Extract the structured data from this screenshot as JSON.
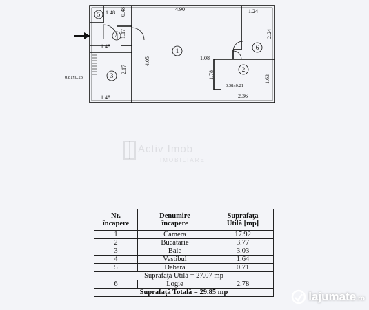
{
  "plan": {
    "dims": {
      "top_width": "4.90",
      "top_right": "1.24",
      "top_left": "1.48",
      "vestibul_small": "0.48",
      "vestibul_height": "1.17",
      "vestibul_bottom": "1.48",
      "bath_height": "2.17",
      "bath_bottom": "1.48",
      "room1_height": "4.05",
      "debara_height": "2.24",
      "hall_width": "1.08",
      "kitchen_left": "1.78",
      "kitchen_right": "1.63",
      "kitchen_bottom": "2.36",
      "window_bath": "0.81x0.23",
      "window_kitchen": "0.38x0.21"
    },
    "room_numbers": [
      "1",
      "2",
      "3",
      "4",
      "5",
      "6"
    ]
  },
  "watermark": {
    "name": "Activ Imob",
    "sub": "IMOBILIARE"
  },
  "table": {
    "headers": {
      "nr": [
        "Nr.",
        "încapere"
      ],
      "name": [
        "Denumire",
        "încapere"
      ],
      "area": [
        "Suprafaţa",
        "Utilă [mp]"
      ]
    },
    "rows": [
      {
        "nr": "1",
        "name": "Camera",
        "area": "17.92"
      },
      {
        "nr": "2",
        "name": "Bucatarie",
        "area": "3.77"
      },
      {
        "nr": "3",
        "name": "Baie",
        "area": "3.03"
      },
      {
        "nr": "4",
        "name": "Vestibul",
        "area": "1.64"
      },
      {
        "nr": "5",
        "name": "Debara",
        "area": "0.71"
      }
    ],
    "useful_total": "Suprafaţă Utilă = 27.07 mp",
    "logia": {
      "nr": "6",
      "name": "Logie",
      "area": "2.78"
    },
    "grand_total": "Suprafaţă Totală = 29.85 mp"
  },
  "brand": {
    "name": "lajumate",
    "domain": ".ro"
  }
}
